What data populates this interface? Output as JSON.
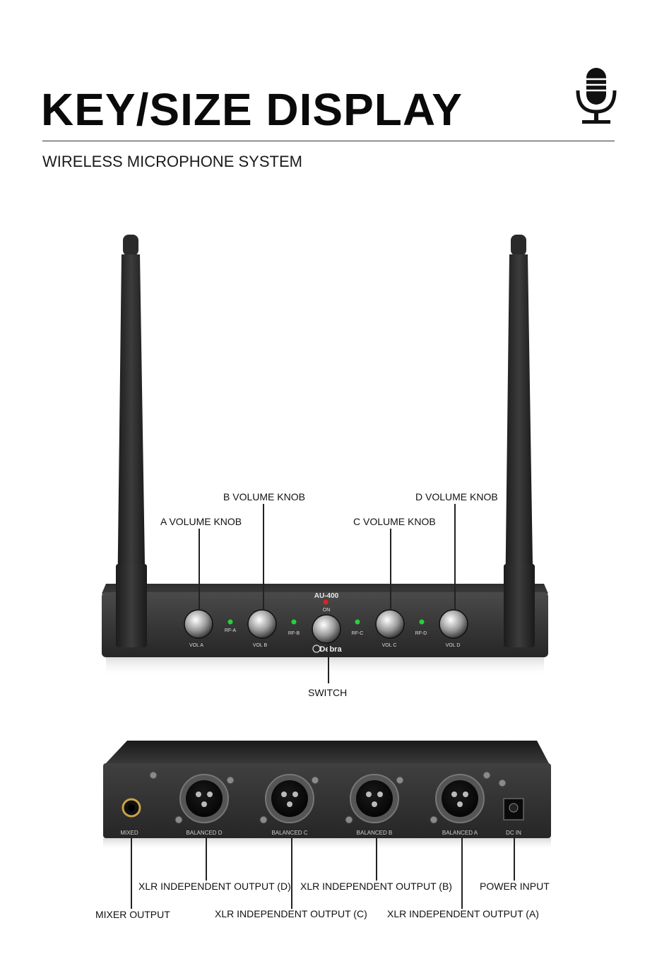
{
  "header": {
    "title": "KEY/SIZE DISPLAY",
    "subtitle": "WIRELESS MICROPHONE SYSTEM",
    "icon": "microphone-icon"
  },
  "front_panel": {
    "model": "AU-400",
    "power_label": "ON",
    "brand": "Debra",
    "rf_labels": [
      "RF-A",
      "RF-B",
      "RF-C",
      "RF-D"
    ],
    "vol_labels": [
      "VOL A",
      "VOL B",
      "VOL C",
      "VOL D"
    ],
    "callouts": {
      "a_volume": "A VOLUME KNOB",
      "b_volume": "B VOLUME KNOB",
      "c_volume": "C VOLUME KNOB",
      "d_volume": "D VOLUME KNOB",
      "switch": "SWITCH"
    }
  },
  "rear_panel": {
    "port_labels": [
      "MIXED",
      "BALANCED D",
      "BALANCED C",
      "BALANCED B",
      "BALANCED A",
      "DC IN"
    ],
    "callouts": {
      "mixer_output": "MIXER OUTPUT",
      "xlr_d": "XLR INDEPENDENT OUTPUT (D)",
      "xlr_c": "XLR INDEPENDENT OUTPUT (C)",
      "xlr_b": "XLR INDEPENDENT OUTPUT (B)",
      "xlr_a": "XLR INDEPENDENT OUTPUT (A)",
      "power_input": "POWER INPUT"
    }
  },
  "colors": {
    "led_green": "#27d13a",
    "led_red": "#e02020",
    "body_dark": "#2a2a2a"
  }
}
